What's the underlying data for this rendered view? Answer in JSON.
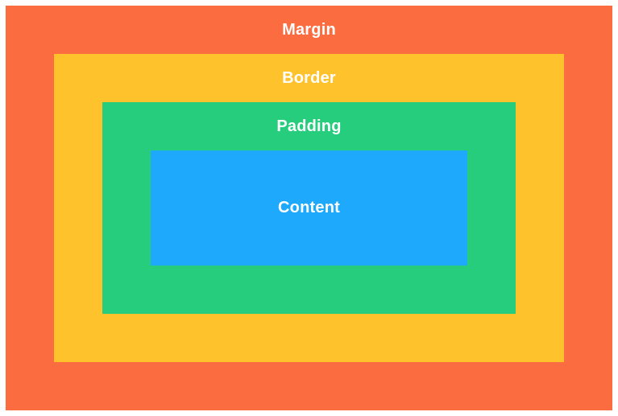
{
  "diagram": {
    "name": "css-box-model",
    "background_color": "#FFFFFF",
    "label_text_color": "#FFFFFF",
    "layers": [
      {
        "label": "Margin",
        "color": "#FB6C40"
      },
      {
        "label": "Border",
        "color": "#FEC22D"
      },
      {
        "label": "Padding",
        "color": "#25CD7C"
      },
      {
        "label": "Content",
        "color": "#1FA9FC"
      }
    ]
  }
}
